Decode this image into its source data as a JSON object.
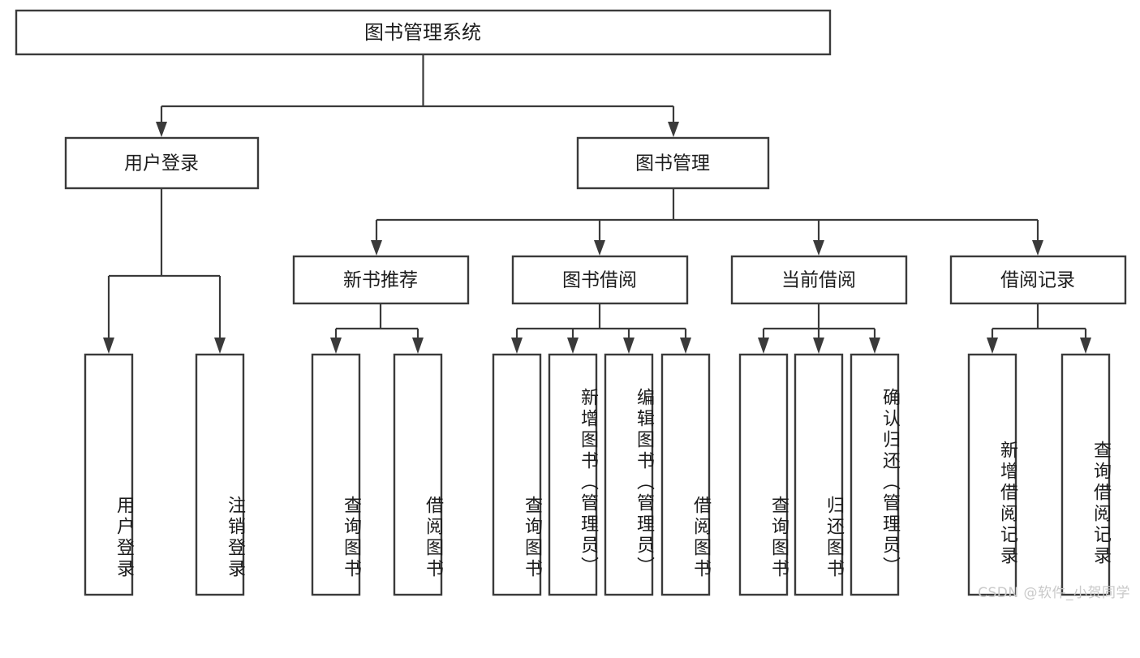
{
  "diagram": {
    "type": "tree-hierarchy",
    "title": "图书管理系统",
    "orientation": "top-down",
    "colors": {
      "box_fill": "#ffffff",
      "box_stroke": "#3a3a3a",
      "text": "#1c1c1c",
      "background": "#ffffff",
      "watermark": "#c9c9c9"
    }
  },
  "root": {
    "label": "图书管理系统"
  },
  "level2": [
    {
      "label": "用户登录"
    },
    {
      "label": "图书管理"
    }
  ],
  "level3": [
    {
      "label": "新书推荐"
    },
    {
      "label": "图书借阅"
    },
    {
      "label": "当前借阅"
    },
    {
      "label": "借阅记录"
    }
  ],
  "leaves": {
    "user_login": [
      {
        "label": "用户登录"
      },
      {
        "label": "注销登录"
      }
    ],
    "new_book_recommend": [
      {
        "label": "查询图书"
      },
      {
        "label": "借阅图书"
      }
    ],
    "book_borrow": [
      {
        "label": "查询图书"
      },
      {
        "label": "新增图书（管理员）"
      },
      {
        "label": "编辑图书（管理员）"
      },
      {
        "label": "借阅图书"
      }
    ],
    "current_borrow": [
      {
        "label": "查询图书"
      },
      {
        "label": "归还图书"
      },
      {
        "label": "确认归还（管理员）"
      }
    ],
    "borrow_record": [
      {
        "label": "新增借阅记录"
      },
      {
        "label": "查询借阅记录"
      }
    ]
  },
  "watermark": {
    "text": "CSDN @软件_小贺同学"
  }
}
